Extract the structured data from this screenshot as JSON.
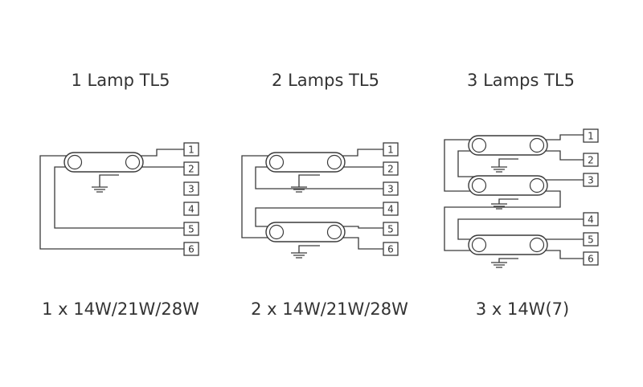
{
  "diagrams": [
    {
      "title": "1 Lamp TL5",
      "caption": "1 x 14W/21W/28W",
      "terminals": [
        "1",
        "2",
        "3",
        "4",
        "5",
        "6"
      ]
    },
    {
      "title": "2 Lamps TL5",
      "caption": "2 x 14W/21W/28W",
      "terminals": [
        "1",
        "2",
        "3",
        "4",
        "5",
        "6"
      ]
    },
    {
      "title": "3 Lamps TL5",
      "caption": "3 x 14W(7)",
      "terminals": [
        "1",
        "2",
        "3",
        "4",
        "5",
        "6"
      ]
    }
  ],
  "colors": {
    "line": "#3a3a3a",
    "text": "#333333",
    "background": "#ffffff"
  }
}
